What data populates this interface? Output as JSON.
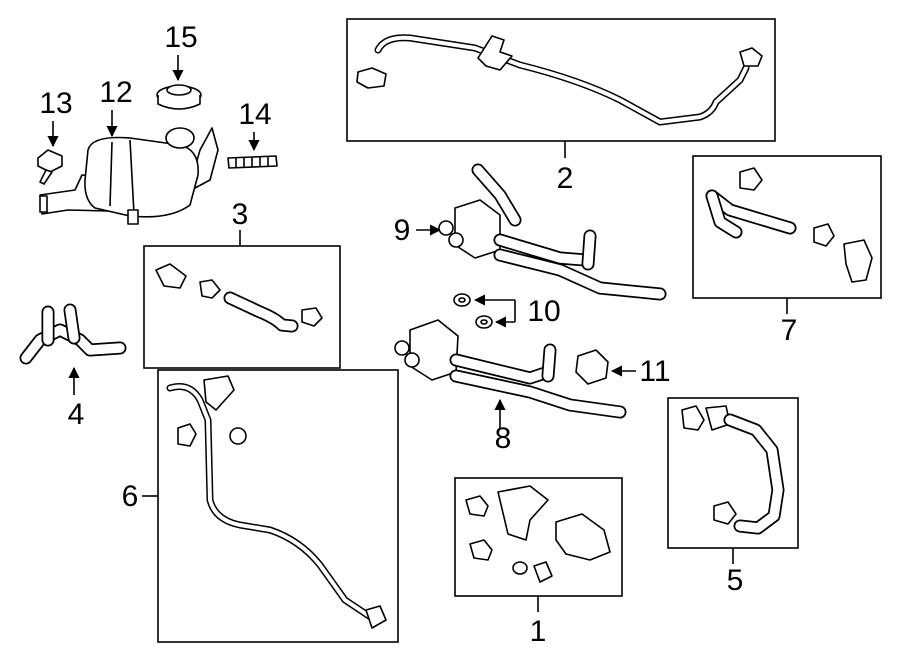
{
  "callouts": {
    "c1": "1",
    "c2": "2",
    "c3": "3",
    "c4": "4",
    "c5": "5",
    "c6": "6",
    "c7": "7",
    "c8": "8",
    "c9": "9",
    "c10": "10",
    "c11": "11",
    "c12": "12",
    "c13": "13",
    "c14": "14",
    "c15": "15"
  }
}
